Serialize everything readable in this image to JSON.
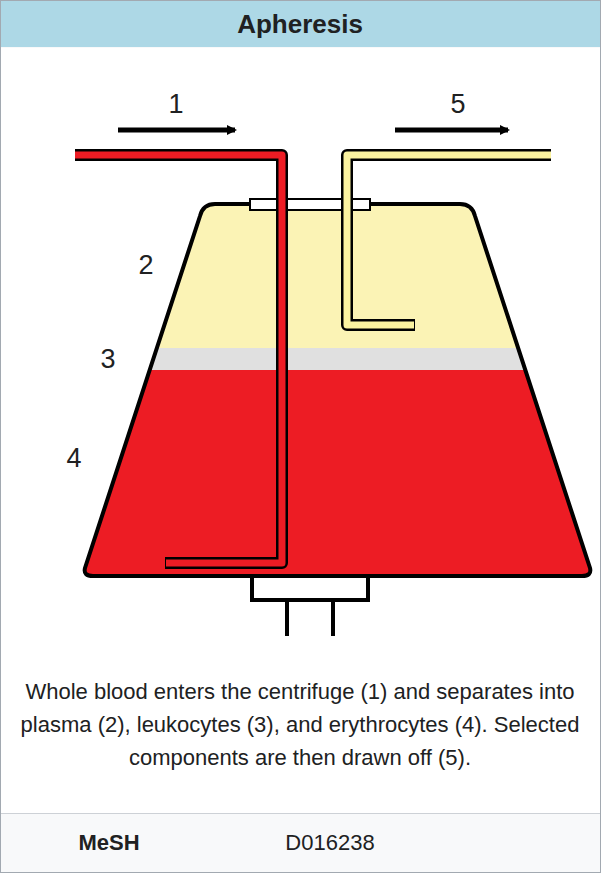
{
  "diagram": {
    "title": "Apheresis",
    "caption": "Whole blood enters the centrifuge (1) and separates into plasma (2), leukocytes (3), and erythrocytes (4). Selected components are then drawn off (5).",
    "labels": [
      "1",
      "5",
      "2",
      "3",
      "4",
      "MeSH",
      "D016238"
    ]
  }
}
